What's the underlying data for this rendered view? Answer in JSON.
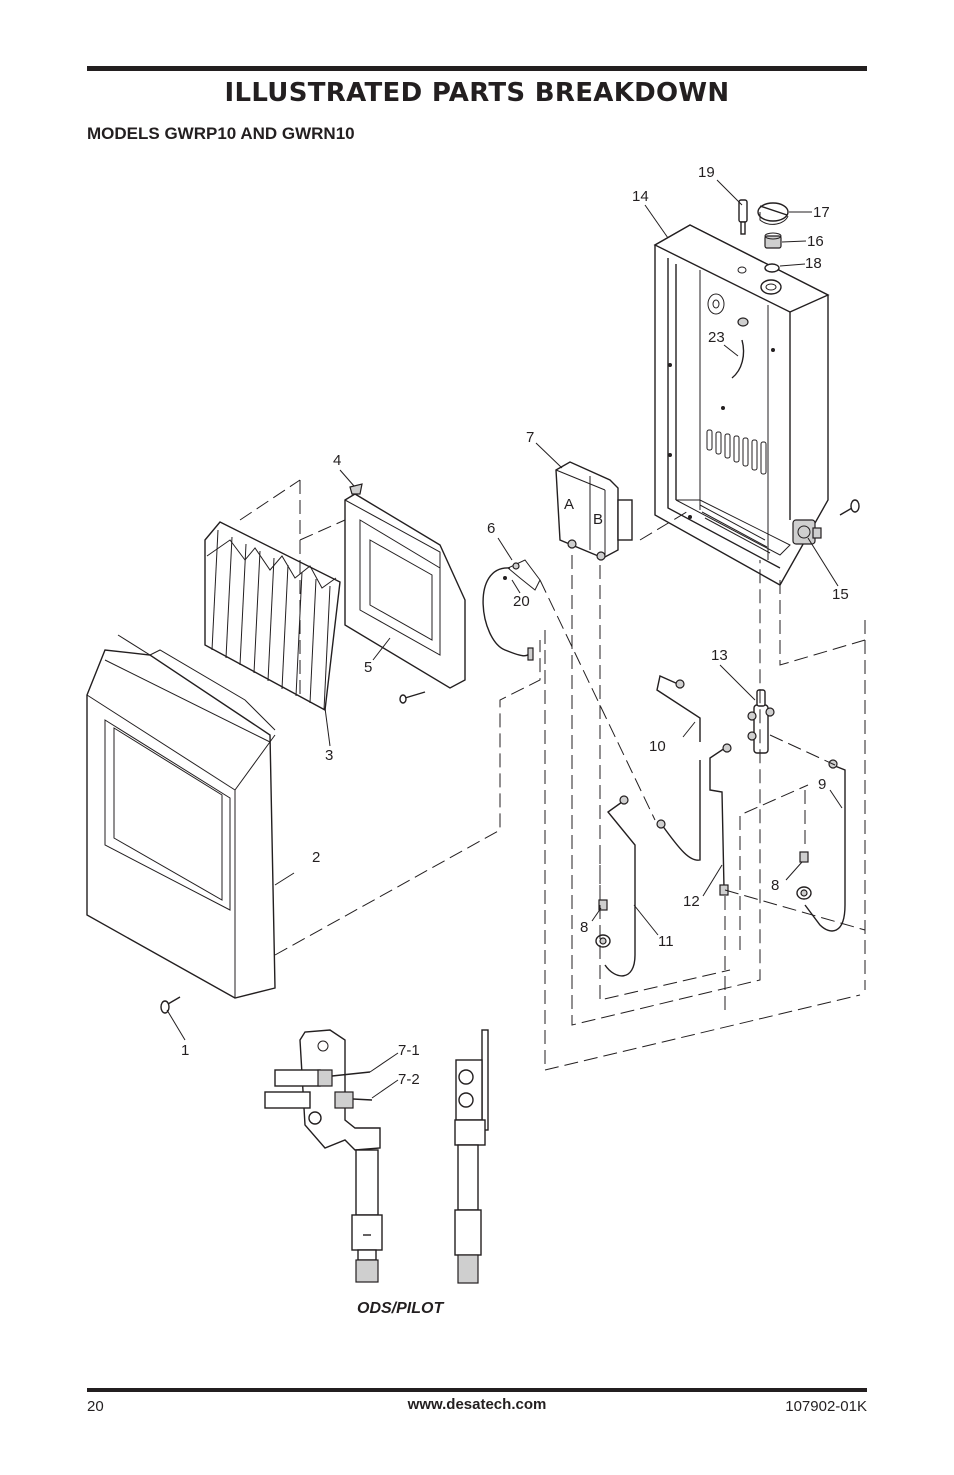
{
  "header": {
    "title": "ILLUSTRATED PARTS BREAKDOWN",
    "subtitle": "MODELS GWRP10 AND GWRN10"
  },
  "diagram": {
    "callouts": [
      "1",
      "2",
      "3",
      "4",
      "5",
      "6",
      "7",
      "8",
      "8",
      "9",
      "10",
      "11",
      "12",
      "13",
      "14",
      "15",
      "16",
      "17",
      "18",
      "19",
      "20",
      "23",
      "7-1",
      "7-2"
    ],
    "panel_labels": [
      "A",
      "B"
    ],
    "inset_caption": "ODS/PILOT"
  },
  "footer": {
    "page_number": "20",
    "url": "www.desatech.com",
    "doc_number": "107902-01K"
  }
}
